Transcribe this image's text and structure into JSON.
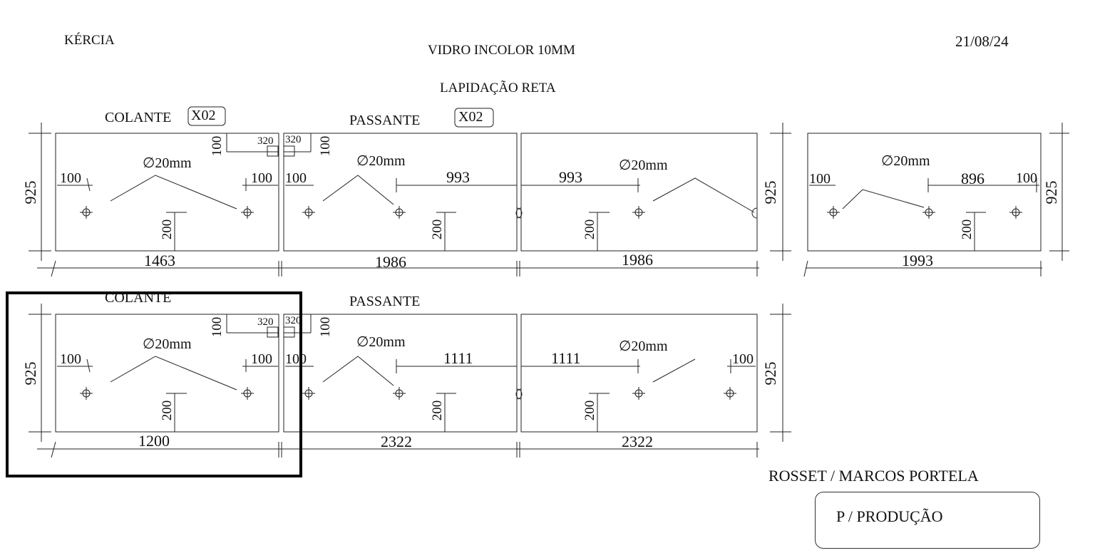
{
  "header": {
    "client": "KÉRCIA",
    "material": "VIDRO INCOLOR 10MM",
    "finish": "LAPIDAÇÃO RETA",
    "date": "21/08/24"
  },
  "labels": {
    "colante": "COLANTE",
    "passante": "PASSANTE",
    "qty": "X02",
    "hole": "∅20mm"
  },
  "dims": {
    "height": "925",
    "d100": "100",
    "d200": "200",
    "d320": "320",
    "row1": {
      "w1": "1463",
      "w2": "1986",
      "w3": "1986",
      "w4": "1993",
      "d993": "993",
      "d896": "896"
    },
    "row2": {
      "w1": "1200",
      "w2": "2322",
      "w3": "2322",
      "d1111": "1111"
    }
  },
  "footer": {
    "client_ref": "ROSSET / MARCOS PORTELA",
    "note": "P / PRODUÇÃO"
  }
}
